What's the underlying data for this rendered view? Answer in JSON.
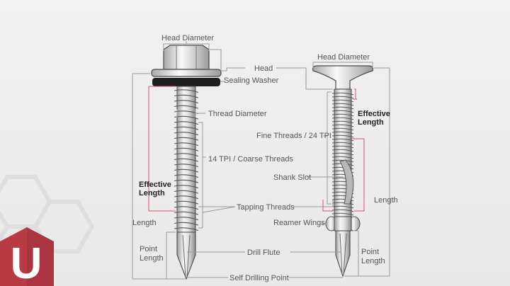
{
  "brand": {
    "logo_letter": "U",
    "logo_color": "#b83a45",
    "logo_dark": "#8e2a33"
  },
  "colors": {
    "accent_line": "#d6546a",
    "dim_line": "#9a9a9a",
    "screw_light": "#f4f4f4",
    "screw_mid": "#bdbdbd",
    "screw_outline": "#4a4a4a",
    "washer": "#1f1f1f"
  },
  "left_screw": {
    "head_diameter": "Head Diameter",
    "head": "Head",
    "sealing_washer": "Sealing Washer",
    "thread_diameter": "Thread Diameter",
    "coarse_threads": "14 TPI / Coarse Threads",
    "effective_length_1": "Effective",
    "effective_length_2": "Length",
    "tapping_threads": "Tapping Threads",
    "length": "Length",
    "point_length_1": "Point",
    "point_length_2": "Length",
    "drill_flute": "Drill Flute",
    "self_drilling_point": "Self Drilling Point"
  },
  "right_screw": {
    "head_diameter": "Head Diameter",
    "effective_length_1": "Effective",
    "effective_length_2": "Length",
    "fine_threads": "Fine Threads / 24 TPI",
    "shank_slot": "Shank Slot",
    "length": "Length",
    "reamer_wings": "Reamer Wings",
    "point_length_1": "Point",
    "point_length_2": "Length"
  }
}
